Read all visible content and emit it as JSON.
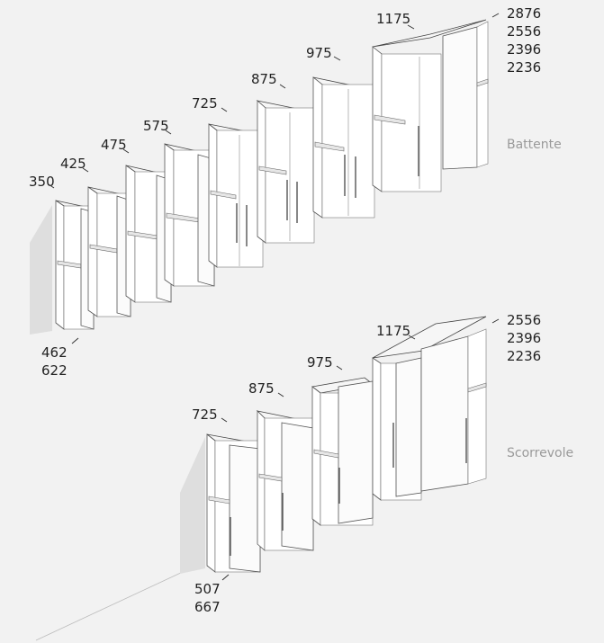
{
  "battente": {
    "type_label": "Battente",
    "widths": [
      "350",
      "425",
      "475",
      "575",
      "725",
      "875",
      "975",
      "1175"
    ],
    "heights": [
      "2876",
      "2556",
      "2396",
      "2236"
    ],
    "depths": [
      "462",
      "622"
    ]
  },
  "scorrevole": {
    "type_label": "Scorrevole",
    "widths": [
      "725",
      "875",
      "975",
      "1175"
    ],
    "heights": [
      "2556",
      "2396",
      "2236"
    ],
    "depths": [
      "507",
      "667"
    ]
  }
}
